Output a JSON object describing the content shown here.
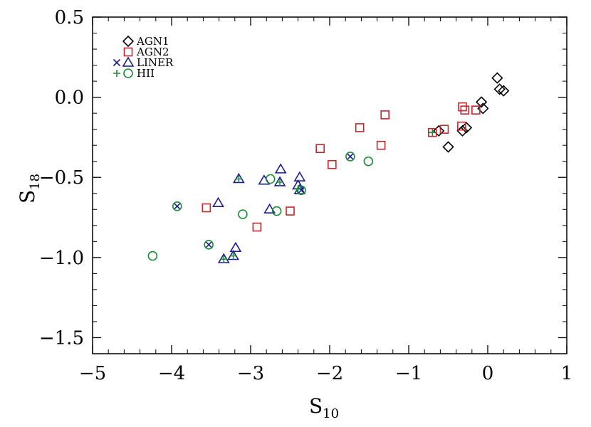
{
  "chart_data": {
    "type": "scatter",
    "title": "",
    "xlabel": {
      "main": "S",
      "sub": "10"
    },
    "ylabel": {
      "main": "S",
      "sub": "18"
    },
    "xlim": [
      -5,
      1
    ],
    "ylim": [
      -1.6,
      0.5
    ],
    "xticks": [
      -5,
      -4,
      -3,
      -2,
      -1,
      0,
      1
    ],
    "xtick_labels": [
      "−5",
      "−4",
      "−3",
      "−2",
      "−1",
      "0",
      "1"
    ],
    "yticks": [
      -1.5,
      -1.0,
      -0.5,
      0.0,
      0.5
    ],
    "ytick_labels": [
      "−1.5",
      "−1.0",
      "−0.5",
      "0.0",
      "0.5"
    ],
    "grid": false,
    "legend_position": "top-left",
    "legend": [
      {
        "label": "AGN1",
        "markers": [
          "diamond"
        ],
        "colors": [
          "#000000"
        ]
      },
      {
        "label": "AGN2",
        "markers": [
          "square"
        ],
        "colors": [
          "#c1272d"
        ]
      },
      {
        "label": "LINER",
        "markers": [
          "x",
          "triangle"
        ],
        "colors": [
          "#1c1c8c",
          "#1c1c8c"
        ]
      },
      {
        "label": "HII",
        "markers": [
          "plus",
          "circle"
        ],
        "colors": [
          "#1e8c3a",
          "#1e8c3a"
        ]
      }
    ],
    "series": [
      {
        "name": "AGN1",
        "marker": "diamond",
        "color": "#000000",
        "points": [
          [
            0.12,
            0.12
          ],
          [
            0.15,
            0.05
          ],
          [
            0.2,
            0.04
          ],
          [
            -0.08,
            -0.03
          ],
          [
            -0.06,
            -0.07
          ],
          [
            -0.27,
            -0.19
          ],
          [
            -0.32,
            -0.21
          ],
          [
            -0.62,
            -0.21
          ],
          [
            -0.5,
            -0.31
          ]
        ]
      },
      {
        "name": "AGN2",
        "marker": "square",
        "color": "#c1272d",
        "points": [
          [
            -0.32,
            -0.06
          ],
          [
            -0.29,
            -0.08
          ],
          [
            -0.15,
            -0.08
          ],
          [
            -0.33,
            -0.18
          ],
          [
            -0.55,
            -0.2
          ],
          [
            -0.7,
            -0.22
          ],
          [
            -1.3,
            -0.11
          ],
          [
            -1.62,
            -0.19
          ],
          [
            -1.35,
            -0.3
          ],
          [
            -2.12,
            -0.32
          ],
          [
            -1.97,
            -0.42
          ],
          [
            -3.56,
            -0.69
          ],
          [
            -2.5,
            -0.71
          ],
          [
            -2.92,
            -0.81
          ]
        ]
      },
      {
        "name": "LINER",
        "marker": "triangle",
        "color": "#1c1c8c",
        "points": [
          [
            -3.15,
            -0.51
          ],
          [
            -2.83,
            -0.52
          ],
          [
            -2.62,
            -0.45
          ],
          [
            -2.63,
            -0.53
          ],
          [
            -2.38,
            -0.5
          ],
          [
            -2.4,
            -0.55
          ],
          [
            -2.38,
            -0.58
          ],
          [
            -3.41,
            -0.66
          ],
          [
            -2.76,
            -0.7
          ],
          [
            -3.19,
            -0.94
          ],
          [
            -3.22,
            -0.99
          ],
          [
            -3.34,
            -1.01
          ]
        ]
      },
      {
        "name": "LINER",
        "marker": "x",
        "color": "#1c1c8c",
        "points": [
          [
            -3.93,
            -0.68
          ],
          [
            -3.53,
            -0.92
          ],
          [
            -1.74,
            -0.37
          ],
          [
            -2.36,
            -0.58
          ]
        ]
      },
      {
        "name": "HII",
        "marker": "circle",
        "color": "#1e8c3a",
        "points": [
          [
            -4.24,
            -0.99
          ],
          [
            -3.93,
            -0.68
          ],
          [
            -3.53,
            -0.92
          ],
          [
            -3.1,
            -0.73
          ],
          [
            -2.75,
            -0.51
          ],
          [
            -2.67,
            -0.71
          ],
          [
            -2.36,
            -0.58
          ],
          [
            -1.74,
            -0.37
          ],
          [
            -1.51,
            -0.4
          ]
        ]
      },
      {
        "name": "HII",
        "marker": "plus",
        "color": "#1e8c3a",
        "points": [
          [
            -3.15,
            -0.51
          ],
          [
            -2.63,
            -0.53
          ],
          [
            -2.4,
            -0.57
          ],
          [
            -3.22,
            -0.99
          ],
          [
            -3.34,
            -1.01
          ],
          [
            -0.7,
            -0.22
          ]
        ]
      }
    ]
  }
}
